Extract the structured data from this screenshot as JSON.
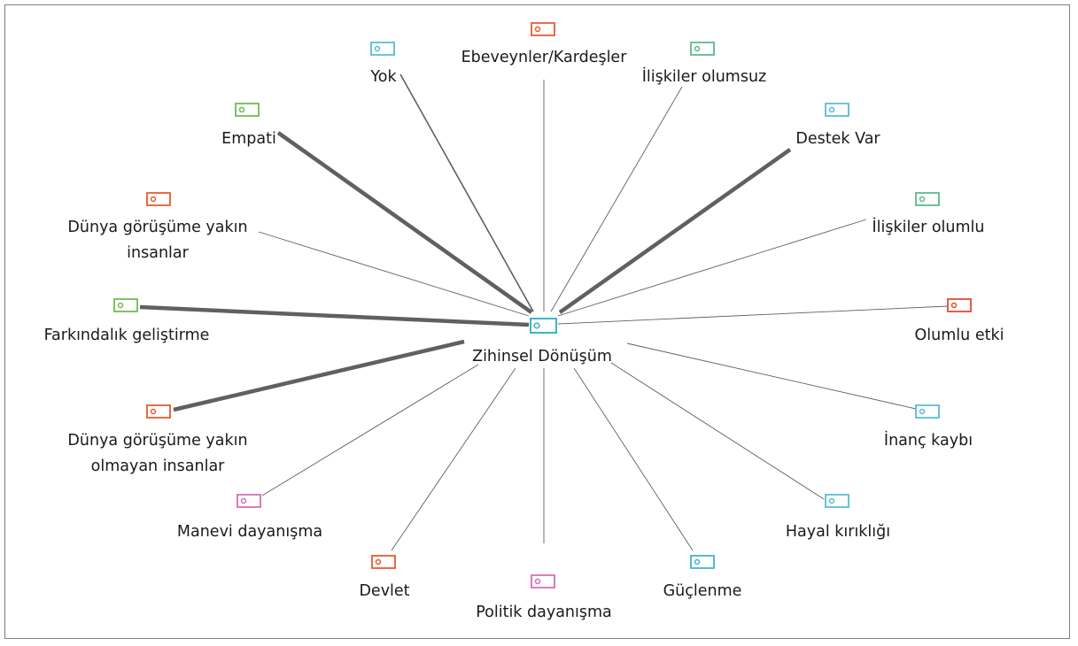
{
  "center": {
    "label": "Zihinsel Dönüşüm",
    "color": "#3bb5c9"
  },
  "nodes": [
    {
      "id": "ebeveynler-kardesler",
      "lines": [
        "Ebeveynler/Kardeşler"
      ],
      "color": "#e8582f",
      "weight": "thin"
    },
    {
      "id": "yok",
      "lines": [
        "Yok"
      ],
      "color": "#58bcd3",
      "weight": "medium"
    },
    {
      "id": "iliskiler-olumsuz",
      "lines": [
        "İlişkiler olumsuz"
      ],
      "color": "#5bb88a",
      "weight": "thin"
    },
    {
      "id": "empati",
      "lines": [
        "Empati"
      ],
      "color": "#6fbb4f",
      "weight": "thick"
    },
    {
      "id": "destek-var",
      "lines": [
        "Destek Var"
      ],
      "color": "#58bcd3",
      "weight": "thick"
    },
    {
      "id": "dunya-gorusume-yakin-insanlar",
      "lines": [
        "Dünya görüşüme yakın",
        "insanlar"
      ],
      "color": "#e8582f",
      "weight": "thin"
    },
    {
      "id": "iliskiler-olumlu",
      "lines": [
        "İlişkiler olumlu"
      ],
      "color": "#5bb88a",
      "weight": "thin"
    },
    {
      "id": "farkindalik-gelistirme",
      "lines": [
        "Farkındalık geliştirme"
      ],
      "color": "#6fbb4f",
      "weight": "thick"
    },
    {
      "id": "olumlu-etki",
      "lines": [
        "Olumlu etki"
      ],
      "color": "#e04a35",
      "weight": "thin"
    },
    {
      "id": "dunya-gorusume-yakin-olmayan-insanlar",
      "lines": [
        "Dünya görüşüme yakın",
        "olmayan insanlar"
      ],
      "color": "#e8582f",
      "weight": "thick"
    },
    {
      "id": "inanc-kaybi",
      "lines": [
        "İnanç kaybı"
      ],
      "color": "#58bcd3",
      "weight": "thin"
    },
    {
      "id": "manevi-dayanisma",
      "lines": [
        "Manevi dayanışma"
      ],
      "color": "#d66cb8",
      "weight": "thin"
    },
    {
      "id": "hayal-kirikligi",
      "lines": [
        "Hayal kırıklığı"
      ],
      "color": "#58bcd3",
      "weight": "thin"
    },
    {
      "id": "devlet",
      "lines": [
        "Devlet"
      ],
      "color": "#e8582f",
      "weight": "thin"
    },
    {
      "id": "guclenme",
      "lines": [
        "Güçlenme"
      ],
      "color": "#3bb5c9",
      "weight": "thin"
    },
    {
      "id": "politik-dayanisma",
      "lines": [
        "Politik dayanışma"
      ],
      "color": "#d66cb8",
      "weight": "thin"
    }
  ],
  "edge_color": "#606060"
}
